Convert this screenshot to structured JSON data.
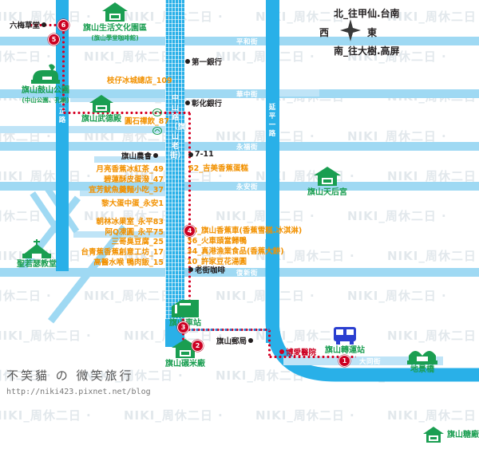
{
  "compass": {
    "north": "北_往甲仙.台南",
    "west": "西",
    "east": "東",
    "south": "南_往大樹.高屏"
  },
  "credit": {
    "title": "不笑貓 の 微笑旅行",
    "url": "http://niki423.pixnet.net/blog"
  },
  "watermark": {
    "text": "NIKI_周休二日 ·"
  },
  "roads": [
    {
      "name": "中正路",
      "orientation": "vertical"
    },
    {
      "name": "中山路（旗山老街）",
      "orientation": "vertical"
    },
    {
      "name": "延平一路",
      "orientation": "vertical"
    },
    {
      "name": "平和街",
      "orientation": "horizontal"
    },
    {
      "name": "華中街",
      "orientation": "horizontal"
    },
    {
      "name": "永福街",
      "orientation": "horizontal"
    },
    {
      "name": "永安街",
      "orientation": "horizontal"
    },
    {
      "name": "復新街",
      "orientation": "horizontal"
    },
    {
      "name": "大同街",
      "orientation": "horizontal"
    }
  ],
  "pois": [
    {
      "id": "park",
      "label": "旗山鼓山公園",
      "sub": "(中山公園、孔廟)",
      "icon": "park-icon"
    },
    {
      "id": "culture-park",
      "label": "旗山生活文化園區",
      "sub": "(旗山學堂咖啡館)",
      "icon": "house-icon"
    },
    {
      "id": "butokuden",
      "label": "旗山武德殿",
      "sub": "",
      "icon": "house-icon"
    },
    {
      "id": "church",
      "label": "聖若瑟教堂",
      "sub": "",
      "icon": "church-icon"
    },
    {
      "id": "tianhou-temple",
      "label": "旗山天后宮",
      "sub": "",
      "icon": "house-icon"
    },
    {
      "id": "train-station",
      "label": "旗山車站",
      "sub": "",
      "icon": "station-icon"
    },
    {
      "id": "rice-mill",
      "label": "旗山碾米廠",
      "sub": "",
      "icon": "house-icon"
    },
    {
      "id": "bus-terminal",
      "label": "旗山轉運站",
      "sub": "",
      "icon": "bus-icon"
    },
    {
      "id": "landscape-bridge",
      "label": "地景橋",
      "sub": "",
      "icon": "bridge-icon"
    },
    {
      "id": "sugar-factory",
      "label": "旗山糖廠",
      "sub": "",
      "icon": "house-icon"
    }
  ],
  "dot_pois": [
    {
      "id": "liumei",
      "label": "六梅草堂",
      "color": "#231f20"
    },
    {
      "id": "first-bank",
      "label": "第一銀行",
      "color": "#231f20"
    },
    {
      "id": "changhua-bank",
      "label": "彰化銀行",
      "color": "#231f20"
    },
    {
      "id": "farmers-assoc",
      "label": "旗山農會",
      "color": "#231f20"
    },
    {
      "id": "seven-eleven",
      "label": "7-11",
      "color": "#231f20"
    },
    {
      "id": "oldstreet-cafe",
      "label": "老街咖啡",
      "color": "#231f20"
    },
    {
      "id": "post-office",
      "label": "旗山郵局",
      "color": "#231f20"
    },
    {
      "id": "boai-hospital",
      "label": "博愛醫院",
      "color": "#cc0022"
    }
  ],
  "shops": {
    "north_group": [
      {
        "label": "枝仔冰城總店_109"
      },
      {
        "label": "圓石禪飲_87"
      }
    ],
    "left_group_a": [
      {
        "label": "月亮香蕉冰紅茶_49"
      },
      {
        "label": "碧蓮酥皮蛋潑_47"
      },
      {
        "label": "宜芳魷魚羹麵小吃_37"
      }
    ],
    "left_group_b": [
      {
        "label": "黎大蛋中蛋_永安1"
      }
    ],
    "left_group_c": [
      {
        "label": "朝林冰果室_永平83"
      },
      {
        "label": "阿Q凍圓_永平75"
      }
    ],
    "left_group_d": [
      {
        "label": "三哥臭豆腐_25"
      },
      {
        "label": "台青蕉香蕉創意工坊_17"
      },
      {
        "label": "高醫水喉 鴨肉飯_15"
      }
    ],
    "right_group_a": [
      {
        "label": "62_吉美香蕉蛋糕"
      }
    ],
    "right_group_b": [
      {
        "label": "38_旗山香蕉車(香蕉雪糕.冰淇淋)"
      },
      {
        "label": "36_火車頭當歸鴨"
      },
      {
        "label": "34_真港漁業食品(香蕉大餅)"
      },
      {
        "label": "10_許家豆花湯圓"
      }
    ]
  },
  "route_stops": [
    {
      "number": "1"
    },
    {
      "number": "2"
    },
    {
      "number": "3"
    },
    {
      "number": "4"
    },
    {
      "number": "5"
    },
    {
      "number": "6"
    }
  ],
  "colors": {
    "road": "#29b0e8",
    "road_light": "#9fd9f3",
    "poi_green": "#1a9e51",
    "shop_orange": "#f29100",
    "route_red": "#cc0022",
    "watermark": "#e2e8ec"
  }
}
